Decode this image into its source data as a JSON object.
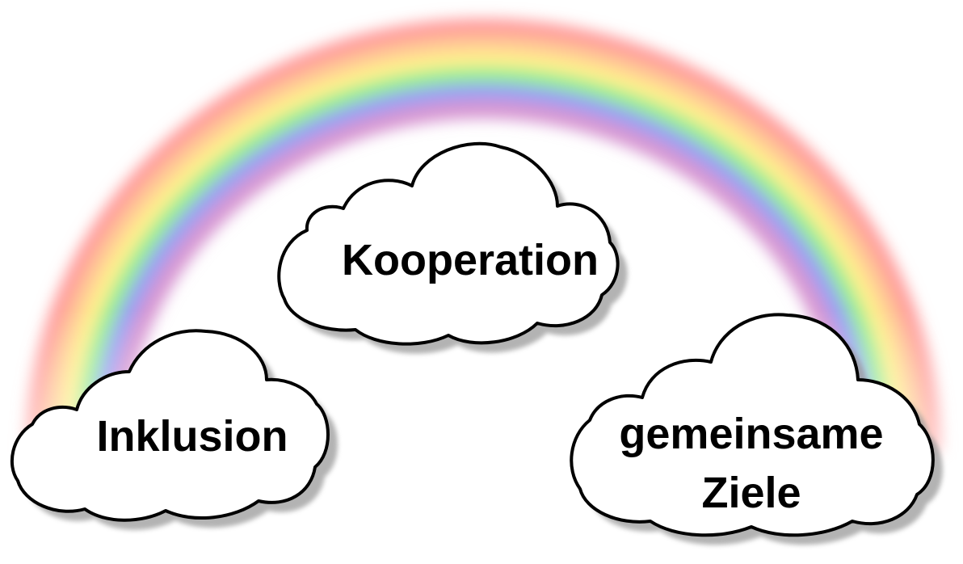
{
  "diagram": {
    "rainbow": {
      "colors": [
        "#ff9a9a",
        "#ffc896",
        "#fff08c",
        "#96ee96",
        "#96a0f5",
        "#d796d2"
      ]
    },
    "clouds": [
      {
        "id": "inklusion",
        "lines": [
          "Inklusion"
        ]
      },
      {
        "id": "kooperation",
        "lines": [
          "Kooperation"
        ]
      },
      {
        "id": "gemeinsame-ziele",
        "lines": [
          "gemeinsame",
          "Ziele"
        ]
      }
    ],
    "cloud_style": {
      "fill": "#ffffff",
      "stroke": "#000000",
      "shadow": "#9a9a9a"
    }
  }
}
